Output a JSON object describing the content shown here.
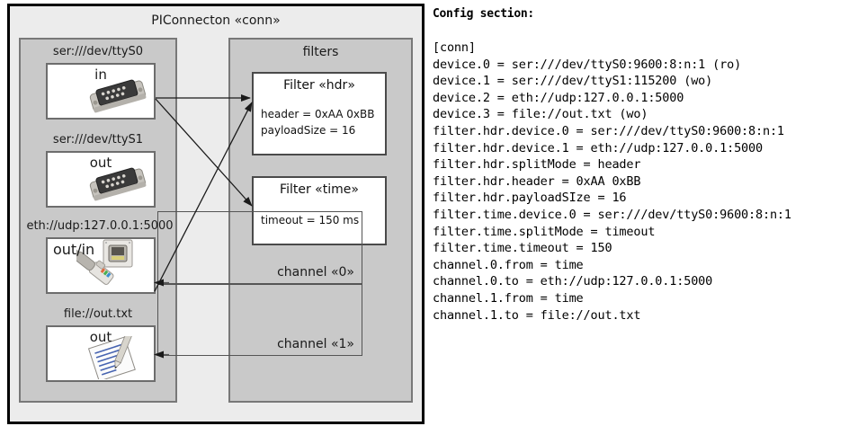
{
  "diagram": {
    "title": "PIConnecton «conn»",
    "devices_group": {
      "name": "devices-group",
      "items": [
        {
          "label": "ser:///dev/ttyS0",
          "caption": "in",
          "icon": "serial-port-icon"
        },
        {
          "label": "ser:///dev/ttyS1",
          "caption": "out",
          "icon": "serial-port-icon"
        },
        {
          "label": "eth://udp:127.0.0.1:5000",
          "caption": "out/in",
          "icon": "ethernet-jack-icon"
        },
        {
          "label": "file://out.txt",
          "caption": "out",
          "icon": "text-file-icon"
        }
      ]
    },
    "filters_group": {
      "title": "filters",
      "filters": [
        {
          "title": "Filter «hdr»",
          "props": [
            "header = 0xAA 0xBB",
            "payloadSize = 16"
          ]
        },
        {
          "title": "Filter «time»",
          "props": [
            "timeout = 150 ms"
          ]
        }
      ],
      "channels": [
        {
          "label": "channel «0»"
        },
        {
          "label": "channel «1»"
        }
      ]
    },
    "colors": {
      "outer_border": "#000000",
      "outer_fill": "#ececec",
      "group_fill": "#c9c9c9",
      "group_border": "#787878",
      "box_fill": "#ffffff",
      "box_border": "#6d6d6d",
      "arrow": "#1a1a1a"
    }
  },
  "config": {
    "heading": "Config section:",
    "lines": [
      "[conn]",
      "device.0 = ser:///dev/ttyS0:9600:8:n:1 (ro)",
      "device.1 = ser:///dev/ttyS1:115200 (wo)",
      "device.2 = eth://udp:127.0.0.1:5000",
      "device.3 = file://out.txt (wo)",
      "filter.hdr.device.0 = ser:///dev/ttyS0:9600:8:n:1",
      "filter.hdr.device.1 = eth://udp:127.0.0.1:5000",
      "filter.hdr.splitMode = header",
      "filter.hdr.header = 0xAA 0xBB",
      "filter.hdr.payloadSIze = 16",
      "filter.time.device.0 = ser:///dev/ttyS0:9600:8:n:1",
      "filter.time.splitMode = timeout",
      "filter.time.timeout = 150",
      "channel.0.from = time",
      "channel.0.to = eth://udp:127.0.0.1:5000",
      "channel.1.from = time",
      "channel.1.to = file://out.txt"
    ]
  }
}
